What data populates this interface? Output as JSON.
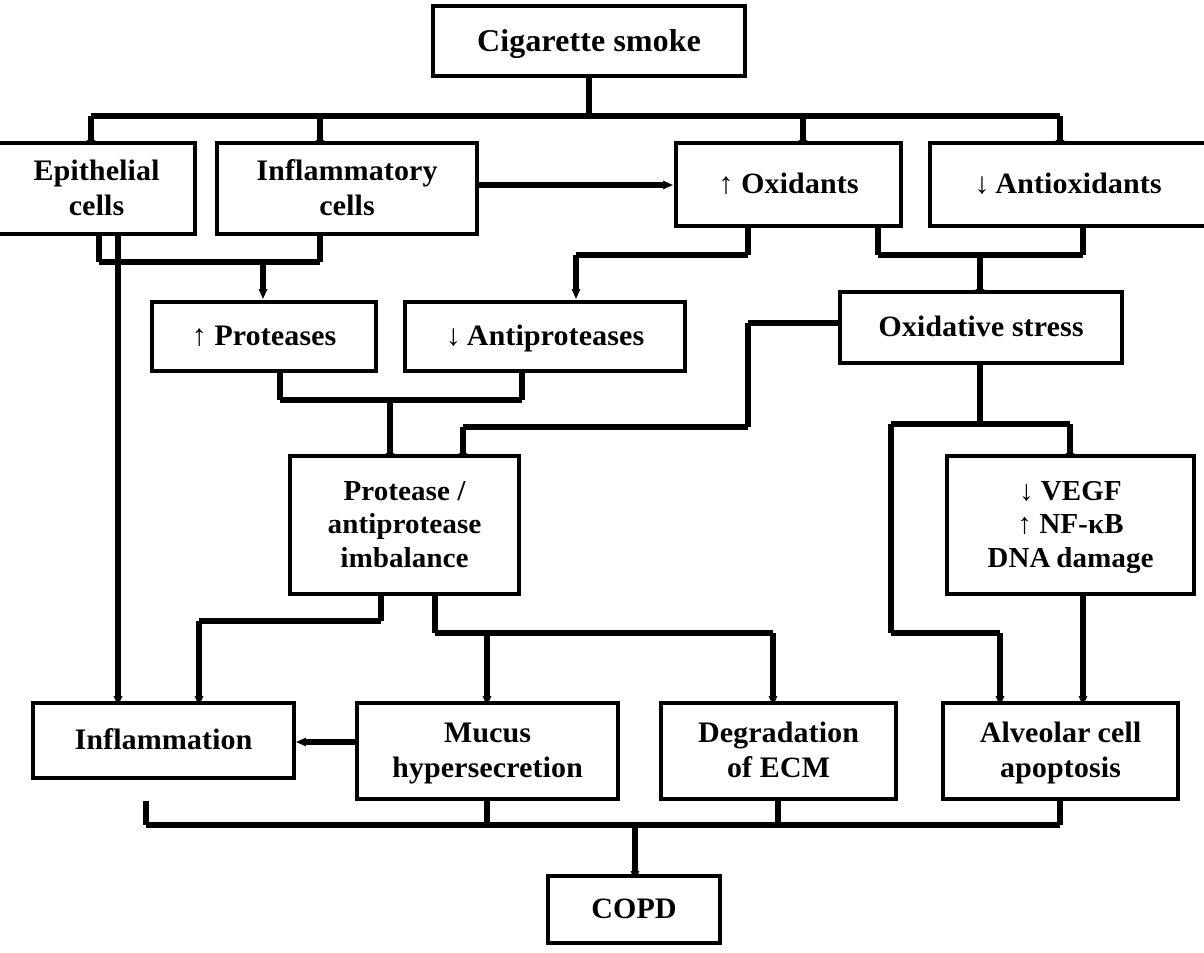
{
  "diagram": {
    "title": "Cigarette smoke pathogenesis of COPD flowchart",
    "stroke_color": "#000000",
    "fill_color": "#ffffff",
    "nodes": [
      {
        "id": "cigarette_smoke",
        "label": "Cigarette smoke"
      },
      {
        "id": "epithelial_cells",
        "label": "Epithelial\ncells"
      },
      {
        "id": "inflammatory_cells",
        "label": "Inflammatory\ncells"
      },
      {
        "id": "oxidants",
        "label": "↑ Oxidants"
      },
      {
        "id": "antioxidants",
        "label": "↓ Antioxidants"
      },
      {
        "id": "proteases",
        "label": "↑ Proteases"
      },
      {
        "id": "antiproteases",
        "label": "↓ Antiproteases"
      },
      {
        "id": "oxidative_stress",
        "label": "Oxidative stress"
      },
      {
        "id": "protease_imbalance",
        "label": "Protease /\nantiprotease\nimbalance"
      },
      {
        "id": "vegf_nfkb_dna",
        "label": "↓ VEGF\n↑ NF-κB\nDNA damage"
      },
      {
        "id": "inflammation",
        "label": "Inflammation"
      },
      {
        "id": "mucus_hypersecretion",
        "label": "Mucus\nhypersecretion"
      },
      {
        "id": "degradation_ecm",
        "label": "Degradation\nof ECM"
      },
      {
        "id": "alveolar_apoptosis",
        "label": "Alveolar cell\napoptosis"
      },
      {
        "id": "copd",
        "label": "COPD"
      }
    ],
    "edges": [
      {
        "from": "cigarette_smoke",
        "to": "epithelial_cells"
      },
      {
        "from": "cigarette_smoke",
        "to": "inflammatory_cells"
      },
      {
        "from": "cigarette_smoke",
        "to": "oxidants"
      },
      {
        "from": "cigarette_smoke",
        "to": "antioxidants"
      },
      {
        "from": "inflammatory_cells",
        "to": "oxidants"
      },
      {
        "from": "epithelial_cells",
        "to": "proteases"
      },
      {
        "from": "inflammatory_cells",
        "to": "proteases"
      },
      {
        "from": "oxidants",
        "to": "antiproteases"
      },
      {
        "from": "oxidants",
        "to": "oxidative_stress"
      },
      {
        "from": "antioxidants",
        "to": "oxidative_stress"
      },
      {
        "from": "proteases",
        "to": "protease_imbalance"
      },
      {
        "from": "antiproteases",
        "to": "protease_imbalance"
      },
      {
        "from": "oxidative_stress",
        "to": "protease_imbalance"
      },
      {
        "from": "oxidative_stress",
        "to": "vegf_nfkb_dna"
      },
      {
        "from": "oxidative_stress",
        "to": "alveolar_apoptosis"
      },
      {
        "from": "epithelial_cells",
        "to": "inflammation"
      },
      {
        "from": "protease_imbalance",
        "to": "inflammation"
      },
      {
        "from": "protease_imbalance",
        "to": "mucus_hypersecretion"
      },
      {
        "from": "protease_imbalance",
        "to": "degradation_ecm"
      },
      {
        "from": "protease_imbalance",
        "to": "alveolar_apoptosis"
      },
      {
        "from": "vegf_nfkb_dna",
        "to": "alveolar_apoptosis"
      },
      {
        "from": "mucus_hypersecretion",
        "to": "inflammation"
      },
      {
        "from": "inflammation",
        "to": "copd"
      },
      {
        "from": "mucus_hypersecretion",
        "to": "copd"
      },
      {
        "from": "degradation_ecm",
        "to": "copd"
      },
      {
        "from": "alveolar_apoptosis",
        "to": "copd"
      }
    ]
  }
}
